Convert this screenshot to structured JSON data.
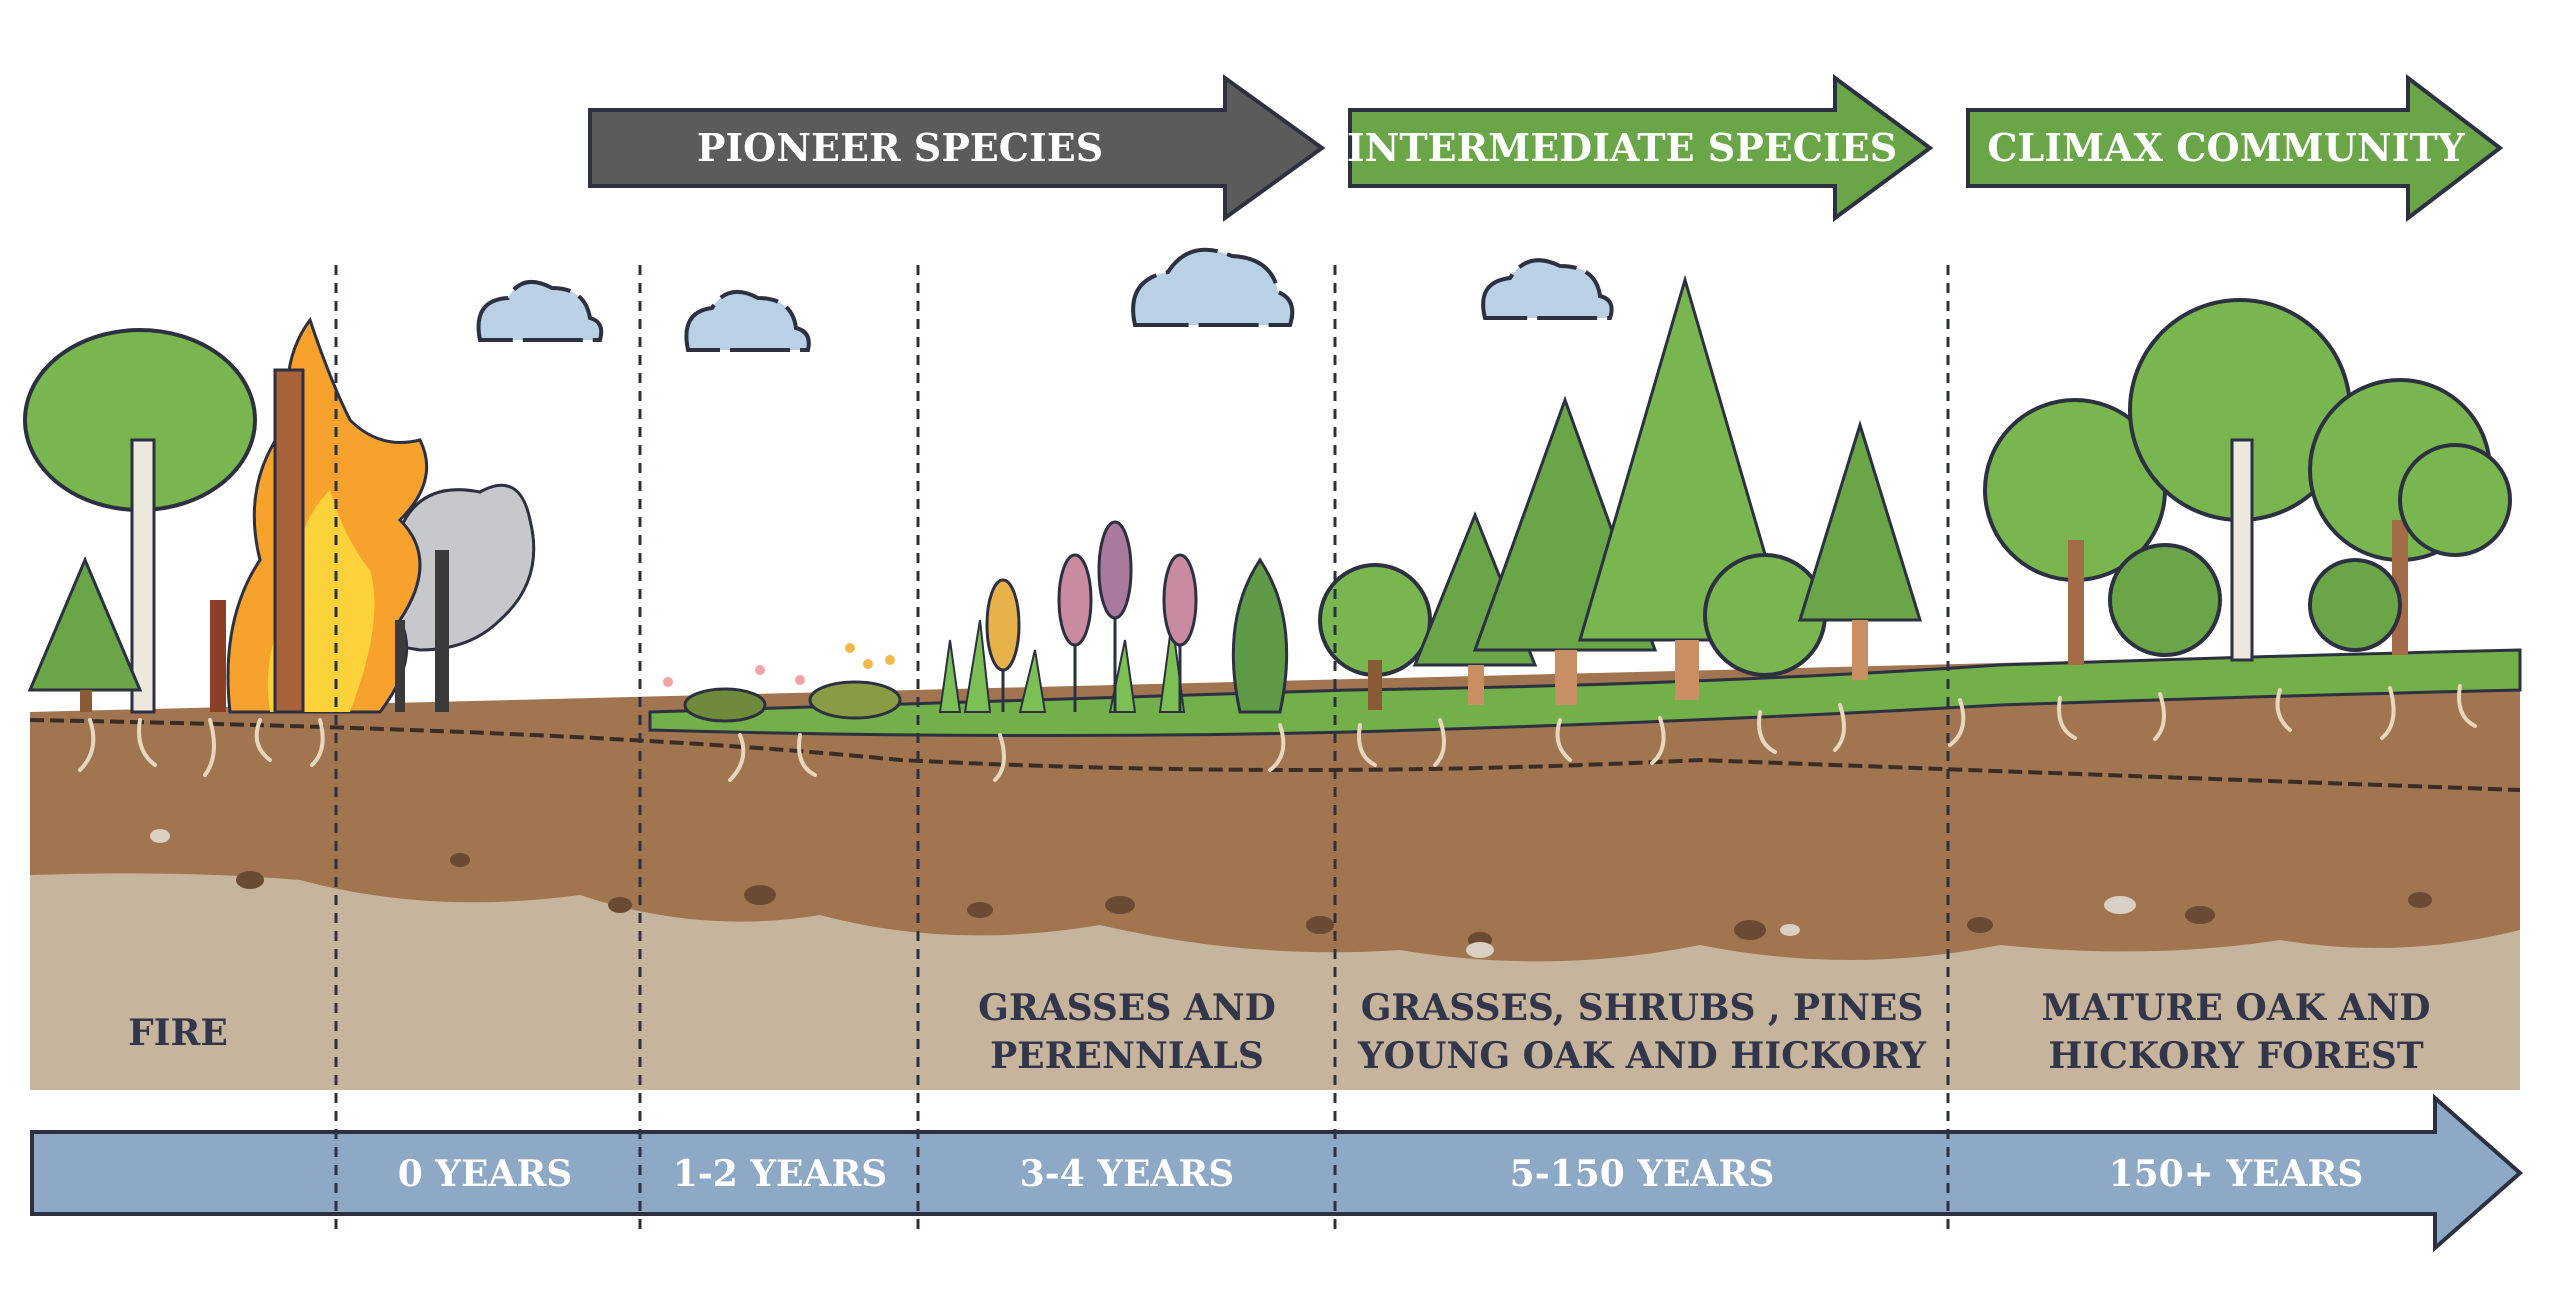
{
  "stages": {
    "pioneer": "PIONEER SPECIES",
    "intermediate": "INTERMEDIATE SPECIES",
    "climax": "CLIMAX COMMUNITY"
  },
  "descriptions": {
    "fire": "FIRE",
    "grasses_line1": "GRASSES AND",
    "grasses_line2": "PERENNIALS",
    "shrubs_line1": "GRASSES, SHRUBS , PINES",
    "shrubs_line2": "YOUNG OAK AND HICKORY",
    "mature_line1": "MATURE OAK AND",
    "mature_line2": "HICKORY FOREST"
  },
  "timeline": {
    "t0": "0 YEARS",
    "t1": "1-2 YEARS",
    "t2": "3-4 YEARS",
    "t3": "5-150 YEARS",
    "t4": "150+ YEARS"
  },
  "colors": {
    "pioneer_arrow": "#5a5c5b",
    "stage_arrow": "#6aa548",
    "timeline_arrow": "#8ea9c6",
    "topsoil": "#a0754f",
    "subsoil": "#c6b49c",
    "grass": "#74b04a",
    "outline": "#2c3040"
  }
}
